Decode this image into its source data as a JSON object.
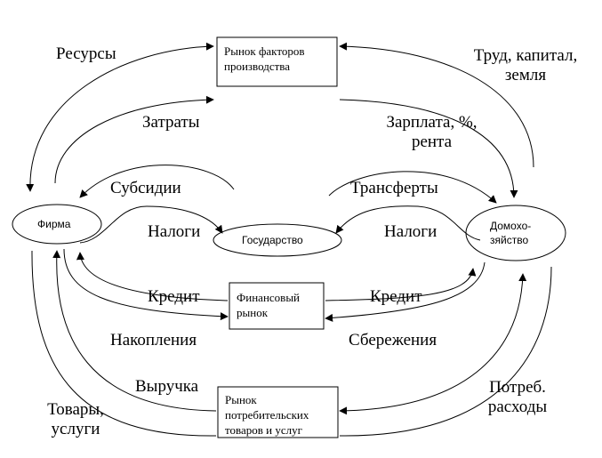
{
  "nodes": {
    "firm": "Фирма",
    "state": "Государство",
    "household": "Домохо-\nзяйство",
    "factor_market": "Рынок факторов\nпроизводства",
    "financial_market": "Финансовый\nрынок",
    "goods_market": "Рынок\nпотребительских\nтоваров и услуг"
  },
  "flows": {
    "resources": "Ресурсы",
    "labor_capital_land": "Труд, капитал,\nземля",
    "costs": "Затраты",
    "wages": "Зарплата, %,\nрента",
    "subsidies": "Субсидии",
    "transfers": "Трансферты",
    "taxes_firm": "Налоги",
    "taxes_household": "Налоги",
    "credit_firm": "Кредит",
    "credit_household": "Кредит",
    "accumulation": "Накопления",
    "savings": "Сбережения",
    "revenue": "Выручка",
    "consumer_spending": "Потреб.\nрасходы",
    "goods_services": "Товары,\nуслуги"
  }
}
